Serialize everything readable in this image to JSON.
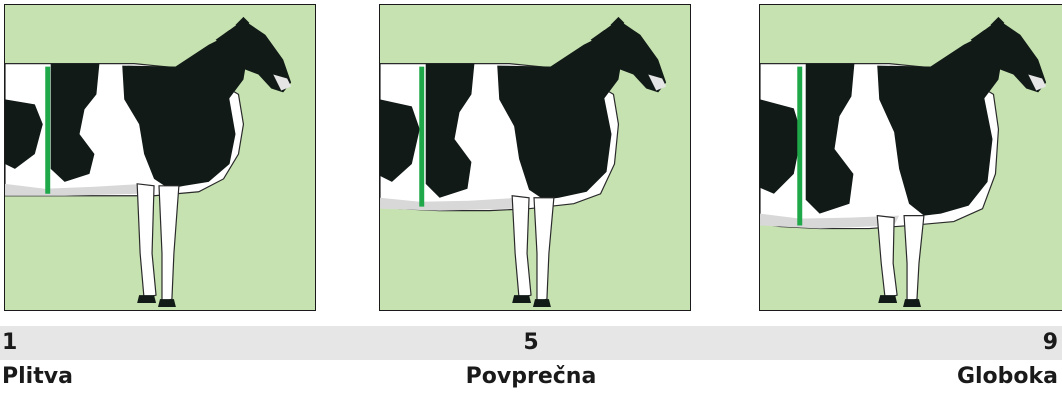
{
  "scale": {
    "low": {
      "number": "1",
      "label": "Plitva"
    },
    "mid": {
      "number": "5",
      "label": "Povprečna"
    },
    "high": {
      "number": "9",
      "label": "Globoka"
    }
  },
  "colors": {
    "background": "#c6e2b1",
    "marker": "#1fa84a",
    "cow_black": "#111a16",
    "cow_white": "#ffffff",
    "scale_bar": "#e6e6e6"
  },
  "illustrations": [
    {
      "name": "cow-shallow-body-depth",
      "icon": "cow-side-view"
    },
    {
      "name": "cow-average-body-depth",
      "icon": "cow-side-view"
    },
    {
      "name": "cow-deep-body-depth",
      "icon": "cow-side-view"
    }
  ]
}
